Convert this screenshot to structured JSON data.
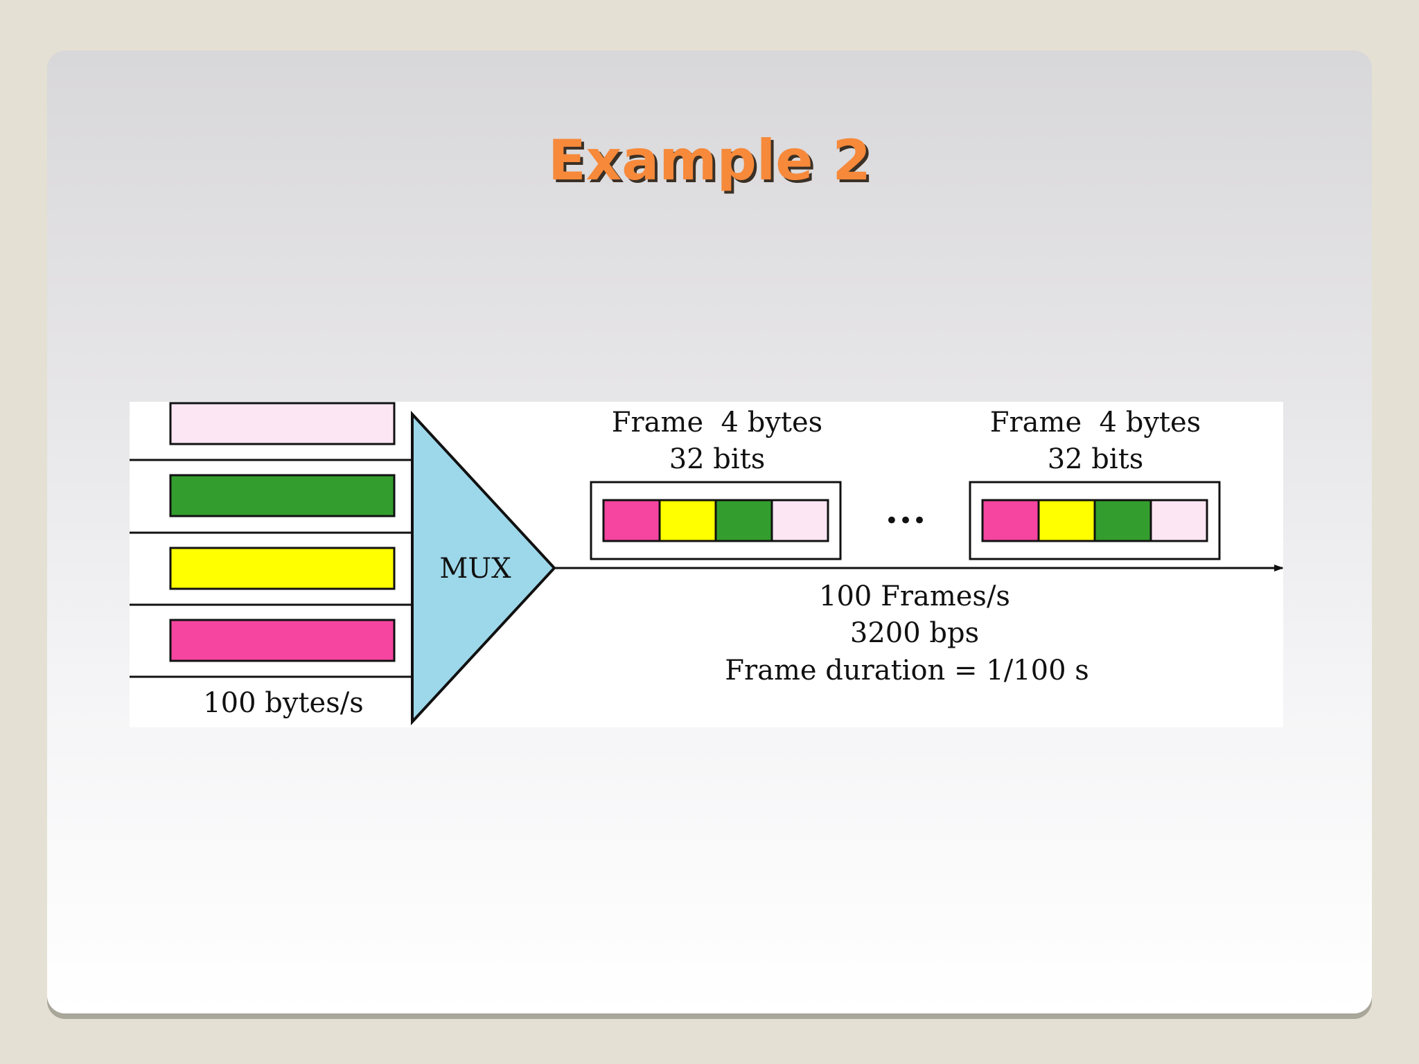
{
  "slide": {
    "title": "Example 2"
  },
  "diagram": {
    "mux_label": "MUX",
    "input_rate_label": "100 bytes/s",
    "frame_caption_line1": "Frame  4 bytes",
    "frame_caption_line2": "32 bits",
    "ellipsis": "•••",
    "output_line1": "100 Frames/s",
    "output_line2": "3200 bps",
    "output_line3": "Frame duration = 1/100 s",
    "colors": {
      "mux_fill": "#9dd8ea",
      "magenta": "#f545a0",
      "yellow": "#ffff00",
      "green": "#339e2e",
      "pale_pink": "#fce6f3"
    }
  }
}
